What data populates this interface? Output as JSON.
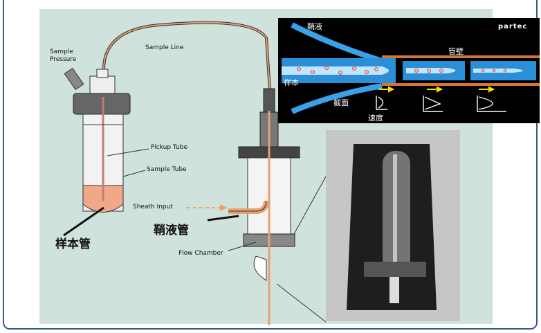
{
  "labels": {
    "sample_pressure": "Sample\nPressure",
    "sample_line": "Sample Line",
    "pickup_tube": "Pickup Tube",
    "sample_tube": "Sample Tube",
    "sheath_input": "Sheath Input",
    "flow_chamber": "Flow Chamber",
    "sample_tube_cn": "样本管",
    "sheath_cn": "鞘液管"
  },
  "inset": {
    "brand": "partec",
    "sheath": "鞘液",
    "wall": "管壁",
    "sample": "样本",
    "section": "截面",
    "velocity": "速度"
  },
  "colors": {
    "panel_bg": "#cfe2dc",
    "border": "#2f5c8f",
    "tube_orange": "#e8a070",
    "stream_blue": "#2a8fd6"
  }
}
